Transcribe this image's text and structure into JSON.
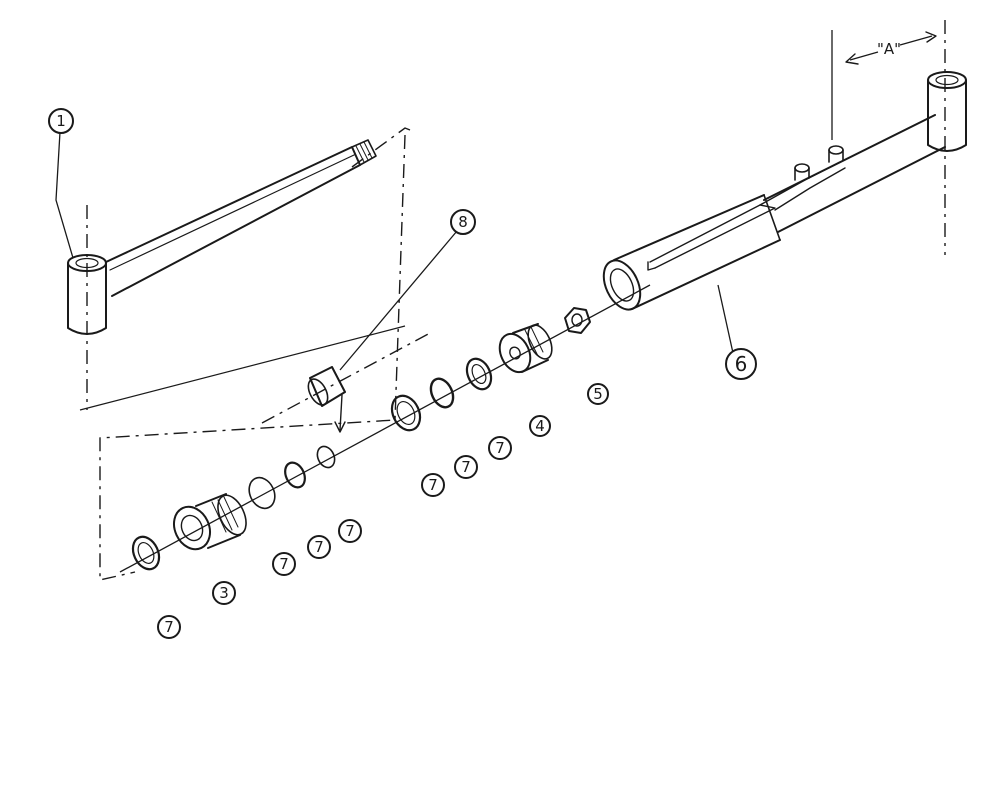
{
  "diagram": {
    "callouts": [
      {
        "id": "c1",
        "label": "1"
      },
      {
        "id": "c8",
        "label": "8"
      },
      {
        "id": "c6",
        "label": "6"
      },
      {
        "id": "c5",
        "label": "5"
      },
      {
        "id": "c4",
        "label": "4"
      },
      {
        "id": "c3",
        "label": "3"
      },
      {
        "id": "c7a",
        "label": "7"
      },
      {
        "id": "c7b",
        "label": "7"
      },
      {
        "id": "c7c",
        "label": "7"
      },
      {
        "id": "c7d",
        "label": "7"
      },
      {
        "id": "c7e",
        "label": "7"
      },
      {
        "id": "c7f",
        "label": "7"
      },
      {
        "id": "c7g",
        "label": "7"
      }
    ],
    "dimension_label": "\"A\""
  },
  "colors": {
    "ink": "#1a1a1a",
    "paper": "#ffffff"
  }
}
